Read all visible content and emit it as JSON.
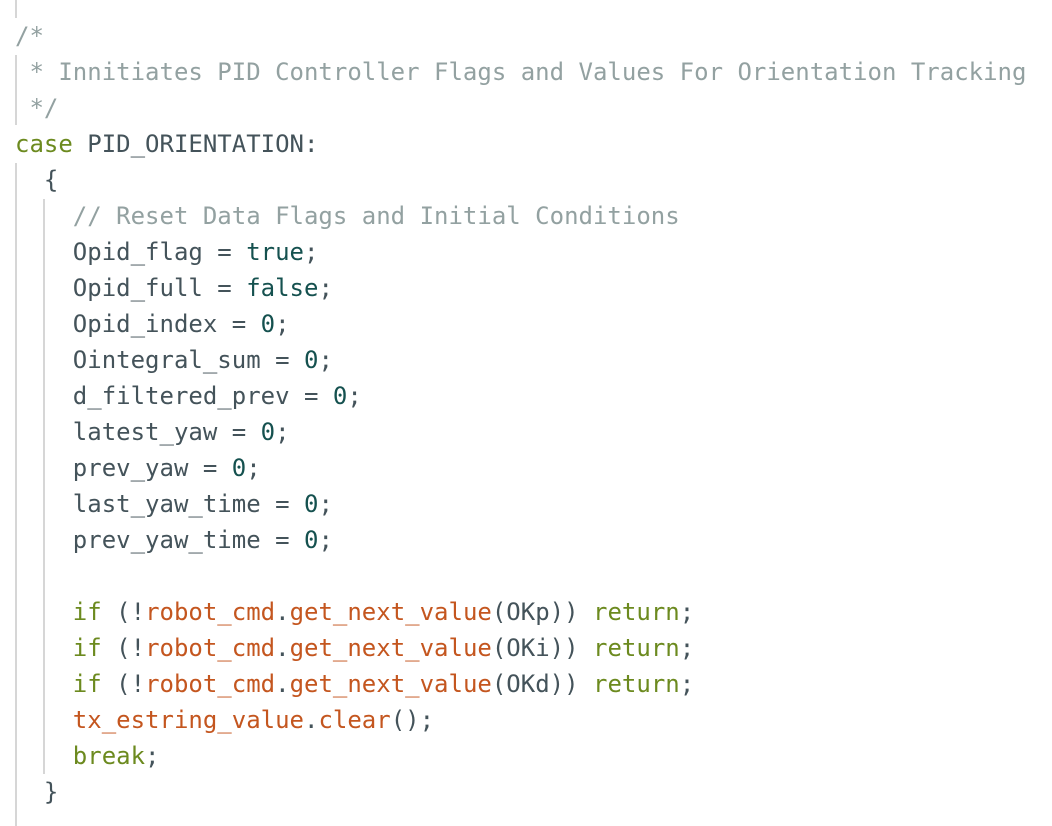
{
  "colors": {
    "comment": "#93a1a1",
    "keyword": "#6c8a1f",
    "constant": "#15514f",
    "function": "#c4561f",
    "plain": "#44535a"
  },
  "code_lines": [
    [
      [
        "/*",
        "comment"
      ]
    ],
    [
      [
        " * Innitiates PID Controller Flags and Values For Orientation Tracking",
        "comment"
      ]
    ],
    [
      [
        " */",
        "comment"
      ]
    ],
    [
      [
        "case",
        "kw"
      ],
      [
        " PID_ORIENTATION:",
        "plain"
      ]
    ],
    [
      [
        "  {",
        "plain"
      ]
    ],
    [
      [
        "    // Reset Data Flags and Initial Conditions",
        "comment"
      ]
    ],
    [
      [
        "    Opid_flag = ",
        "plain"
      ],
      [
        "true",
        "const"
      ],
      [
        ";",
        "plain"
      ]
    ],
    [
      [
        "    Opid_full = ",
        "plain"
      ],
      [
        "false",
        "const"
      ],
      [
        ";",
        "plain"
      ]
    ],
    [
      [
        "    Opid_index = ",
        "plain"
      ],
      [
        "0",
        "const"
      ],
      [
        ";",
        "plain"
      ]
    ],
    [
      [
        "    Ointegral_sum = ",
        "plain"
      ],
      [
        "0",
        "const"
      ],
      [
        ";",
        "plain"
      ]
    ],
    [
      [
        "    d_filtered_prev = ",
        "plain"
      ],
      [
        "0",
        "const"
      ],
      [
        ";",
        "plain"
      ]
    ],
    [
      [
        "    latest_yaw = ",
        "plain"
      ],
      [
        "0",
        "const"
      ],
      [
        ";",
        "plain"
      ]
    ],
    [
      [
        "    prev_yaw = ",
        "plain"
      ],
      [
        "0",
        "const"
      ],
      [
        ";",
        "plain"
      ]
    ],
    [
      [
        "    last_yaw_time = ",
        "plain"
      ],
      [
        "0",
        "const"
      ],
      [
        ";",
        "plain"
      ]
    ],
    [
      [
        "    prev_yaw_time = ",
        "plain"
      ],
      [
        "0",
        "const"
      ],
      [
        ";",
        "plain"
      ]
    ],
    [],
    [
      [
        "    ",
        "plain"
      ],
      [
        "if",
        "kw"
      ],
      [
        " (!",
        "plain"
      ],
      [
        "robot_cmd",
        "fn"
      ],
      [
        ".",
        "plain"
      ],
      [
        "get_next_value",
        "fn"
      ],
      [
        "(OKp)) ",
        "plain"
      ],
      [
        "return",
        "kw"
      ],
      [
        ";",
        "plain"
      ]
    ],
    [
      [
        "    ",
        "plain"
      ],
      [
        "if",
        "kw"
      ],
      [
        " (!",
        "plain"
      ],
      [
        "robot_cmd",
        "fn"
      ],
      [
        ".",
        "plain"
      ],
      [
        "get_next_value",
        "fn"
      ],
      [
        "(OKi)) ",
        "plain"
      ],
      [
        "return",
        "kw"
      ],
      [
        ";",
        "plain"
      ]
    ],
    [
      [
        "    ",
        "plain"
      ],
      [
        "if",
        "kw"
      ],
      [
        " (!",
        "plain"
      ],
      [
        "robot_cmd",
        "fn"
      ],
      [
        ".",
        "plain"
      ],
      [
        "get_next_value",
        "fn"
      ],
      [
        "(OKd)) ",
        "plain"
      ],
      [
        "return",
        "kw"
      ],
      [
        ";",
        "plain"
      ]
    ],
    [
      [
        "    ",
        "plain"
      ],
      [
        "tx_estring_value",
        "fn"
      ],
      [
        ".",
        "plain"
      ],
      [
        "clear",
        "fn"
      ],
      [
        "();",
        "plain"
      ]
    ],
    [
      [
        "    ",
        "plain"
      ],
      [
        "break",
        "kw"
      ],
      [
        ";",
        "plain"
      ]
    ],
    [
      [
        "  }",
        "plain"
      ]
    ]
  ]
}
